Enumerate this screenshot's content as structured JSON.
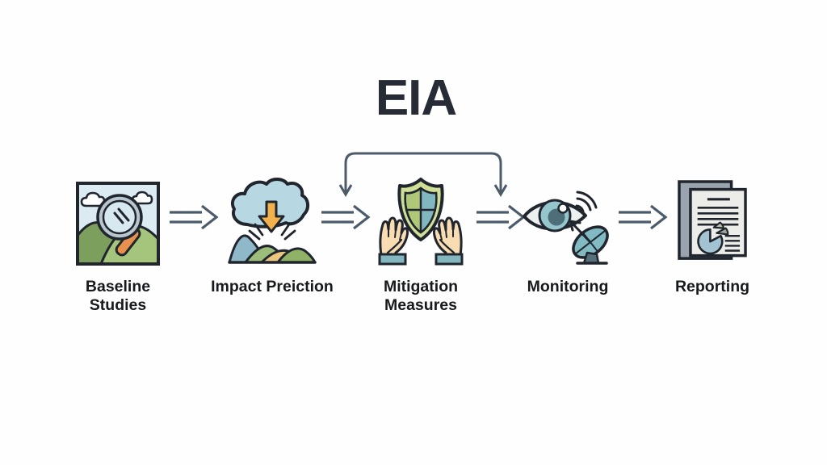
{
  "title": "EIA",
  "stages": [
    {
      "label": "Baseline\nStudies",
      "icon": "landscape-magnifier-icon"
    },
    {
      "label": "Impact Preiction",
      "icon": "cloud-impact-icon"
    },
    {
      "label": "Mitigation\nMeasures",
      "icon": "hands-shield-icon"
    },
    {
      "label": "Monitoring",
      "icon": "eye-satellite-icon"
    },
    {
      "label": "Reporting",
      "icon": "report-documents-icon"
    }
  ],
  "connectors": {
    "flow_arrow_style": "double-line-open-arrow",
    "flow_arrow_count": 4,
    "loop_connector_style": "top-bracket-with-down-arrows-both-ends"
  },
  "colors": {
    "background": "#fefefe",
    "title_text": "#262b36",
    "label_text": "#17191c",
    "outline": "#20252e",
    "arrow": "#4c5b6a",
    "sky": "#dceaf1",
    "cloud_blue": "#b7d8e3",
    "hill_dark_green": "#7d9f5e",
    "hill_light_green": "#a6c57c",
    "magnifier_ring": "#b9c6cf",
    "lens_blue": "#d8e8f0",
    "handle_orange": "#e8914e",
    "impact_arrow_amber": "#f2b14d",
    "mountain_blue": "#8fb9c8",
    "path_tan": "#ecc57e",
    "shield_rim": "#cfdf97",
    "shield_green": "#aec878",
    "shield_teal": "#83b7c0",
    "hand_skin": "#f8ddb2",
    "cuff_teal": "#83b7c0",
    "eye_sclera": "#edf0f1",
    "iris_teal": "#95c5cd",
    "pupil": "#4e6e7a",
    "dish_teal": "#82bac3",
    "doc_back_gray": "#9aa4ae",
    "doc_paper": "#ecece8",
    "pie_blue": "#a3c3d3"
  }
}
